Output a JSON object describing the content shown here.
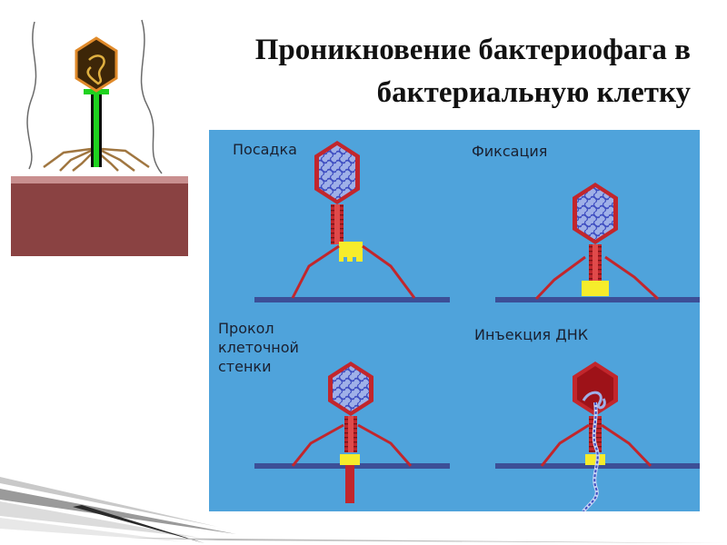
{
  "title": {
    "line1": "Проникновение бактериофага в",
    "line2": "бактериальную клетку"
  },
  "stages": [
    {
      "id": "landing",
      "label": "Посадка"
    },
    {
      "id": "fixation",
      "label": "Фиксация"
    },
    {
      "id": "puncture",
      "label": "Прокол\nклеточной\nстенки"
    },
    {
      "id": "injection",
      "label": "Инъекция ДНК"
    }
  ],
  "colors": {
    "panel_bg": "#4fa3db",
    "membrane": "#3c4f97",
    "phage_red": "#c2262c",
    "dna_blue": "#3d4cc0",
    "collar_yellow": "#f6ec2b",
    "cell_brown": "#8a4242",
    "tail_green": "#1fd21f",
    "capsid_dark": "#3d2608"
  }
}
